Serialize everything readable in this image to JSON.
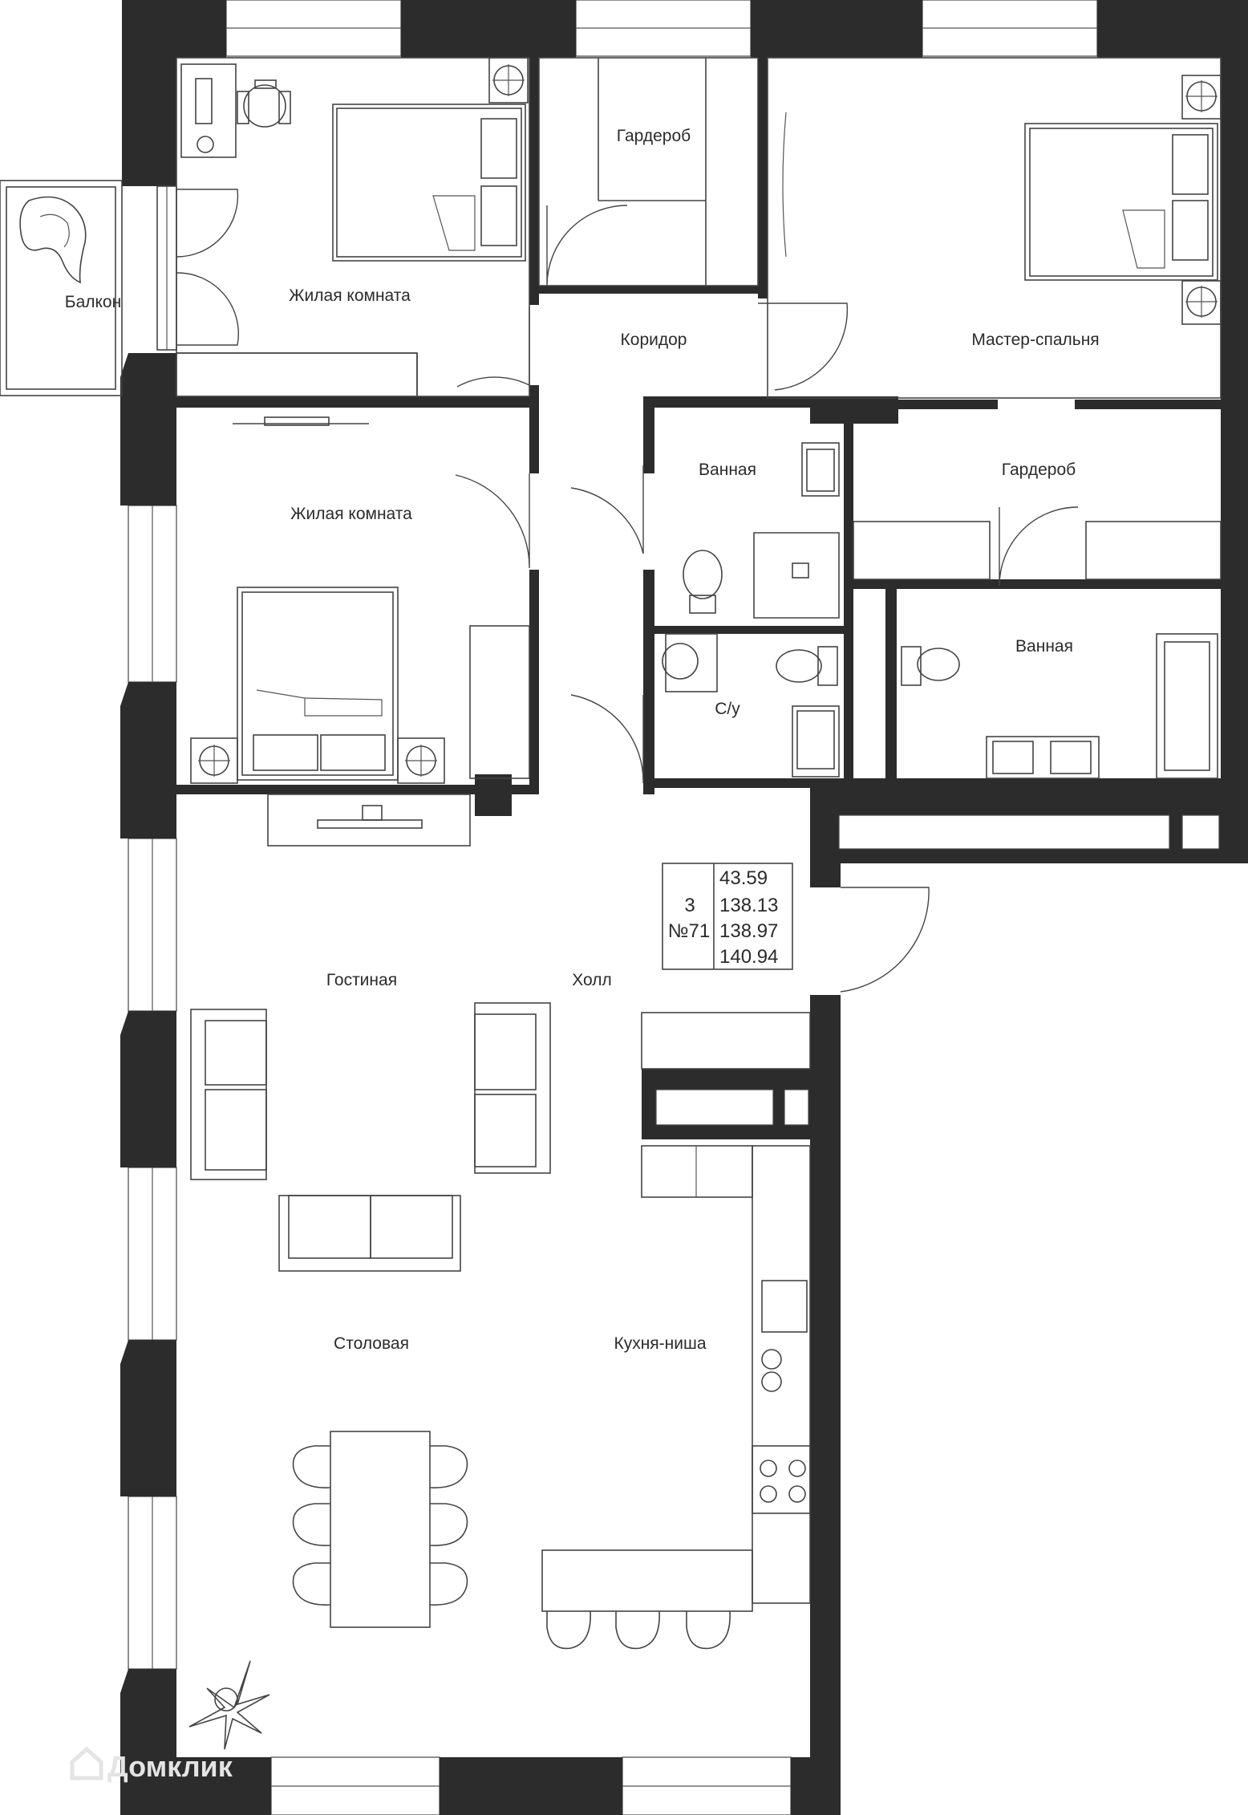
{
  "rooms": {
    "balcony": "Балкон",
    "bedroom_top": "Жилая комната",
    "wardrobe_top": "Гардероб",
    "corridor": "Коридор",
    "master_bedroom": "Мастер-спальня",
    "bedroom_mid": "Жилая комната",
    "bath_left": "Ванная",
    "wardrobe_right": "Гардероб",
    "bath_right": "Ванная",
    "wc": "С/у",
    "living": "Гостиная",
    "hall": "Холл",
    "dining": "Столовая",
    "kitchen": "Кухня-ниша"
  },
  "apartment": {
    "rooms_count": "3",
    "number": "№71",
    "areas": [
      "43.59",
      "138.13",
      "138.97",
      "140.94"
    ]
  },
  "watermark": "Домклик",
  "colors": {
    "wall": "#2c2c2c",
    "line": "#444444",
    "background": "#ffffff"
  }
}
